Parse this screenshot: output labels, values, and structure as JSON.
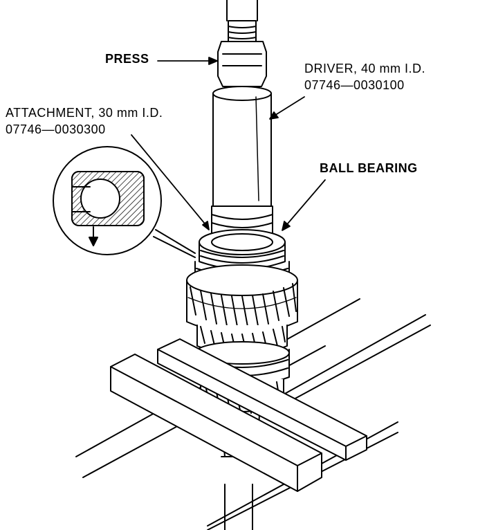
{
  "labels": {
    "press": "PRESS",
    "driver": {
      "line1": "DRIVER, 40 mm I.D.",
      "line2": "07746—0030100"
    },
    "attachment": {
      "line1": "ATTACHMENT, 30 mm I.D.",
      "line2": "07746—0030300"
    },
    "ball_bearing": "BALL BEARING"
  },
  "colors": {
    "ink": "#000000",
    "paper": "#ffffff"
  }
}
